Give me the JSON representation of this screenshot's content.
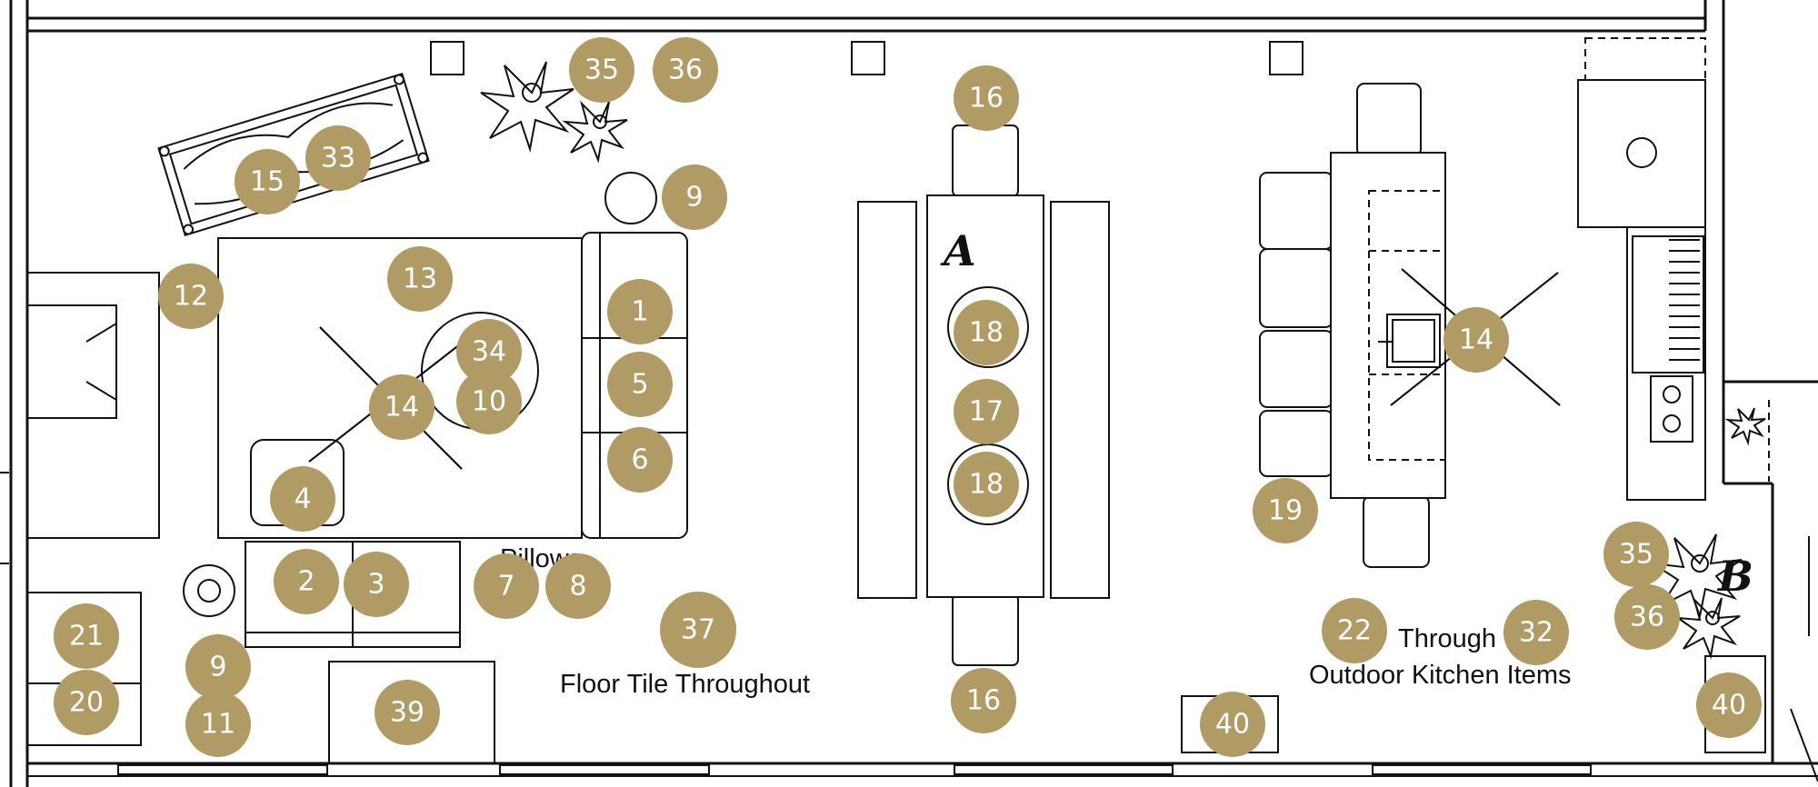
{
  "plan": {
    "markers": [
      "A",
      "B"
    ],
    "labels": {
      "pillows": "Pillows",
      "floor_tile": "Floor Tile Throughout",
      "through": "Through",
      "outdoor_kitchen": "Outdoor Kitchen Items"
    },
    "badge_color": "#b09b64",
    "keys": [
      "35",
      "36",
      "16",
      "9",
      "15",
      "33",
      "13",
      "12",
      "1",
      "34",
      "5",
      "14",
      "10",
      "6",
      "4",
      "18",
      "17",
      "18",
      "14",
      "19",
      "2",
      "3",
      "7",
      "8",
      "37",
      "21",
      "9",
      "20",
      "11",
      "39",
      "16",
      "22",
      "32",
      "35",
      "36",
      "40",
      "40"
    ]
  }
}
